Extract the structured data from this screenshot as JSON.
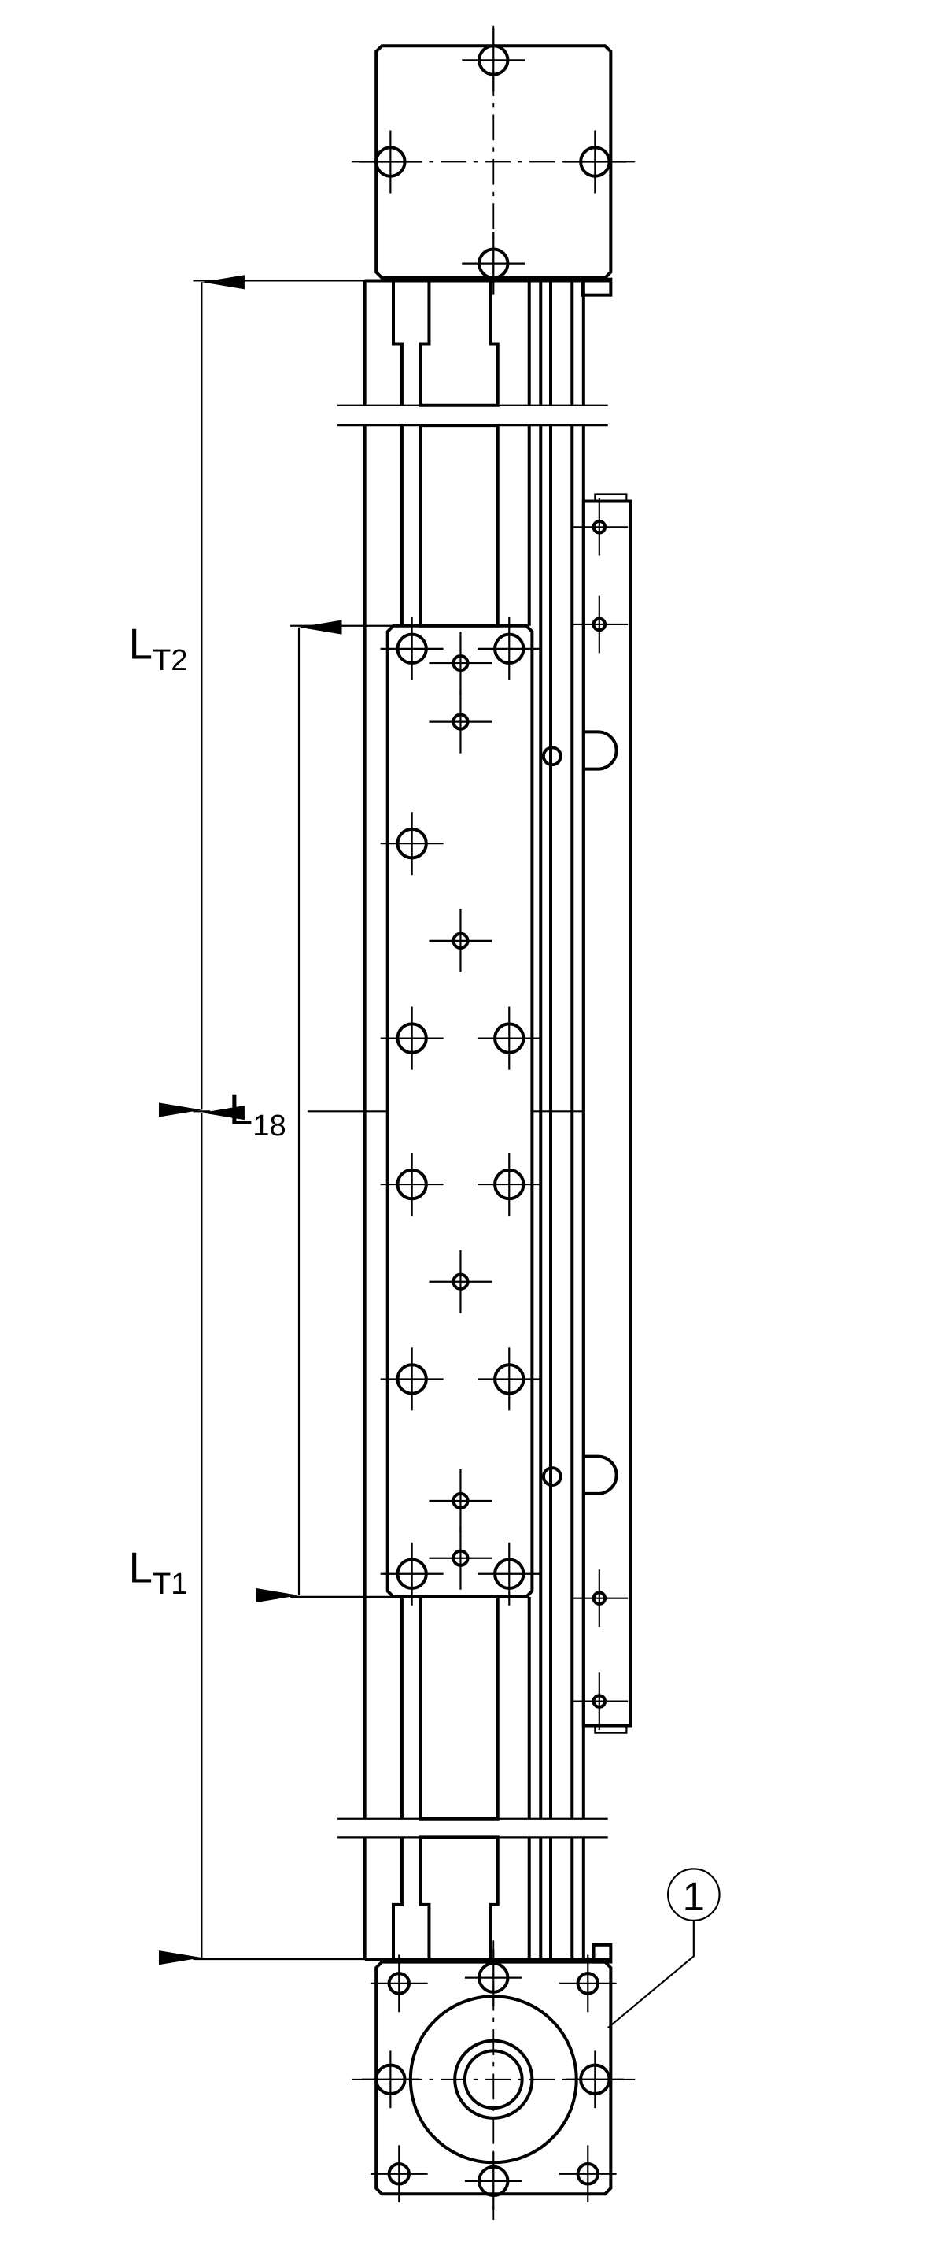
{
  "drawing": {
    "dimensions": {
      "lt2": {
        "main": "L",
        "sub": "T2"
      },
      "l18": {
        "main": "L",
        "sub": "18"
      },
      "lt1": {
        "main": "L",
        "sub": "T1"
      }
    },
    "callout": {
      "number": "1"
    }
  }
}
